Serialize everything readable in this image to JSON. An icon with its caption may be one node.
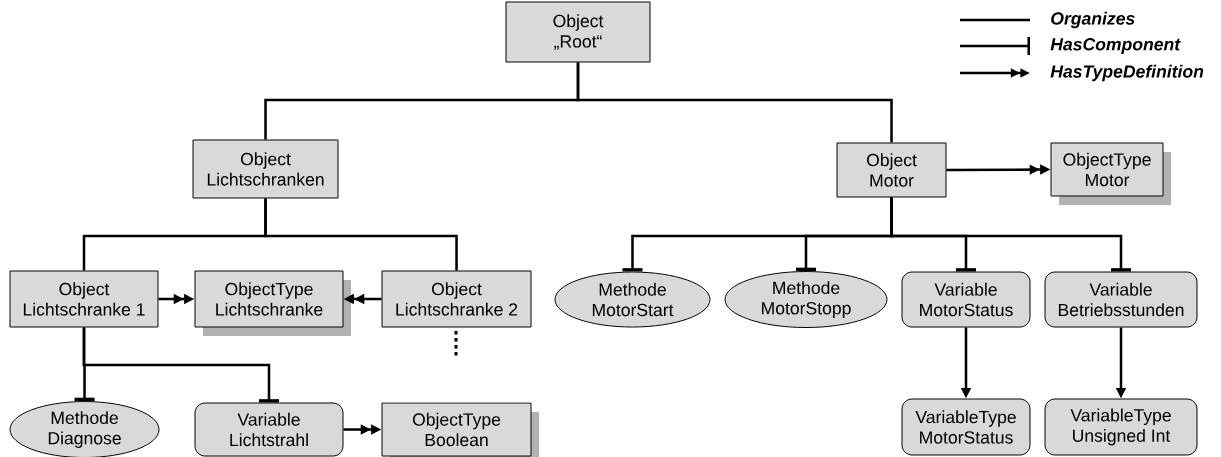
{
  "diagram": {
    "nodes": [
      {
        "text": [
          "Object",
          "„Root“"
        ]
      },
      {
        "text": [
          "Object",
          "Lichtschranken"
        ]
      },
      {
        "text": [
          "Object",
          "Motor"
        ]
      },
      {
        "text": [
          "ObjectType",
          "Motor"
        ]
      },
      {
        "text": [
          "Object",
          "Lichtschranke 1"
        ]
      },
      {
        "text": [
          "ObjectType",
          "Lichtschranke"
        ]
      },
      {
        "text": [
          "Object",
          "Lichtschranke 2"
        ]
      },
      {
        "text": [
          "Methode",
          "MotorStart"
        ]
      },
      {
        "text": [
          "Methode",
          "MotorStopp"
        ]
      },
      {
        "text": [
          "Variable",
          "MotorStatus"
        ]
      },
      {
        "text": [
          "Variable",
          "Betriebsstunden"
        ]
      },
      {
        "text": [
          "Methode",
          "Diagnose"
        ]
      },
      {
        "text": [
          "Variable",
          "Lichtstrahl"
        ]
      },
      {
        "text": [
          "ObjectType",
          "Boolean"
        ]
      },
      {
        "text": [
          "VariableType",
          "MotorStatus"
        ]
      },
      {
        "text": [
          "VariableType",
          "Unsigned Int"
        ]
      }
    ],
    "edges": [
      {
        "from": 0,
        "to": 1,
        "arrow": "none"
      },
      {
        "from": 0,
        "to": 2,
        "arrow": "none"
      },
      {
        "from": 2,
        "to": 3,
        "arrow": "to"
      },
      {
        "from": 1,
        "to": 4,
        "arrow": "none"
      },
      {
        "from": 1,
        "to": 6,
        "arrow": "none"
      },
      {
        "from": 4,
        "to": 5,
        "arrow": "to"
      },
      {
        "from": 6,
        "to": 5,
        "arrow": "to"
      },
      {
        "from": 2,
        "to": 7,
        "arrow": "other"
      },
      {
        "from": 2,
        "to": 8,
        "arrow": "other"
      },
      {
        "from": 2,
        "to": 9,
        "arrow": "other"
      },
      {
        "from": 2,
        "to": 10,
        "arrow": "other"
      },
      {
        "from": 4,
        "to": 11,
        "arrow": "other"
      },
      {
        "from": 4,
        "to": 12,
        "arrow": "other"
      },
      {
        "from": 12,
        "to": 13,
        "arrow": "to"
      },
      {
        "from": 9,
        "to": 14,
        "arrow": "to"
      },
      {
        "from": 10,
        "to": 15,
        "arrow": "to"
      }
    ],
    "legend": [
      {
        "text": "Organizes"
      },
      {
        "text": "HasComponent"
      },
      {
        "text": "HasTypeDefinition"
      }
    ]
  }
}
